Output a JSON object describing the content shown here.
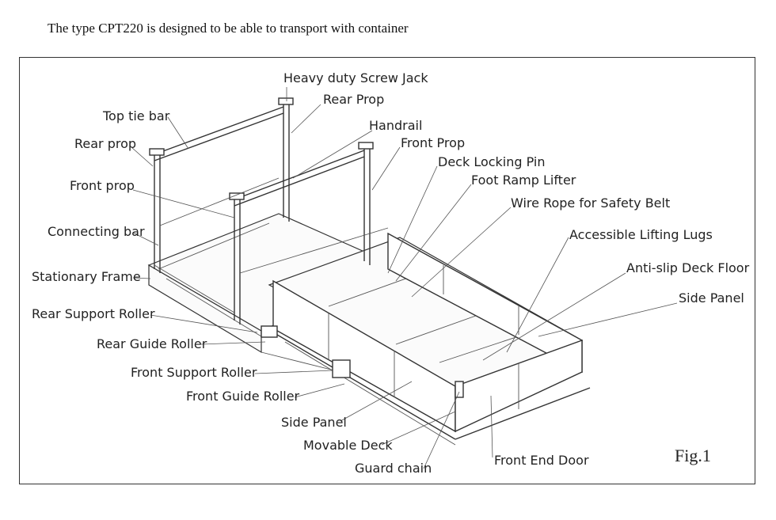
{
  "caption": "The type CPT220 is designed to be able to transport with container",
  "figure_label": "Fig.1",
  "labels": {
    "heavy_duty_screw_jack": "Heavy duty Screw Jack",
    "rear_prop_top": "Rear Prop",
    "top_tie_bar": "Top tie bar",
    "handrail": "Handrail",
    "front_prop_top": "Front Prop",
    "rear_prop_left": "Rear prop",
    "deck_locking_pin": "Deck Locking Pin",
    "foot_ramp_lifter": "Foot Ramp Lifter",
    "front_prop_left": "Front prop",
    "wire_rope": "Wire Rope for Safety Belt",
    "connecting_bar": "Connecting bar",
    "accessible_lifting_lugs": "Accessible Lifting Lugs",
    "stationary_frame": "Stationary Frame",
    "anti_slip_deck_floor": "Anti-slip Deck Floor",
    "side_panel_right": "Side Panel",
    "rear_support_roller": "Rear Support Roller",
    "rear_guide_roller": "Rear Guide Roller",
    "front_support_roller": "Front Support Roller",
    "front_guide_roller": "Front Guide Roller",
    "side_panel_bottom": "Side Panel",
    "movable_deck": "Movable Deck",
    "guard_chain": "Guard chain",
    "front_end_door": "Front End Door"
  }
}
